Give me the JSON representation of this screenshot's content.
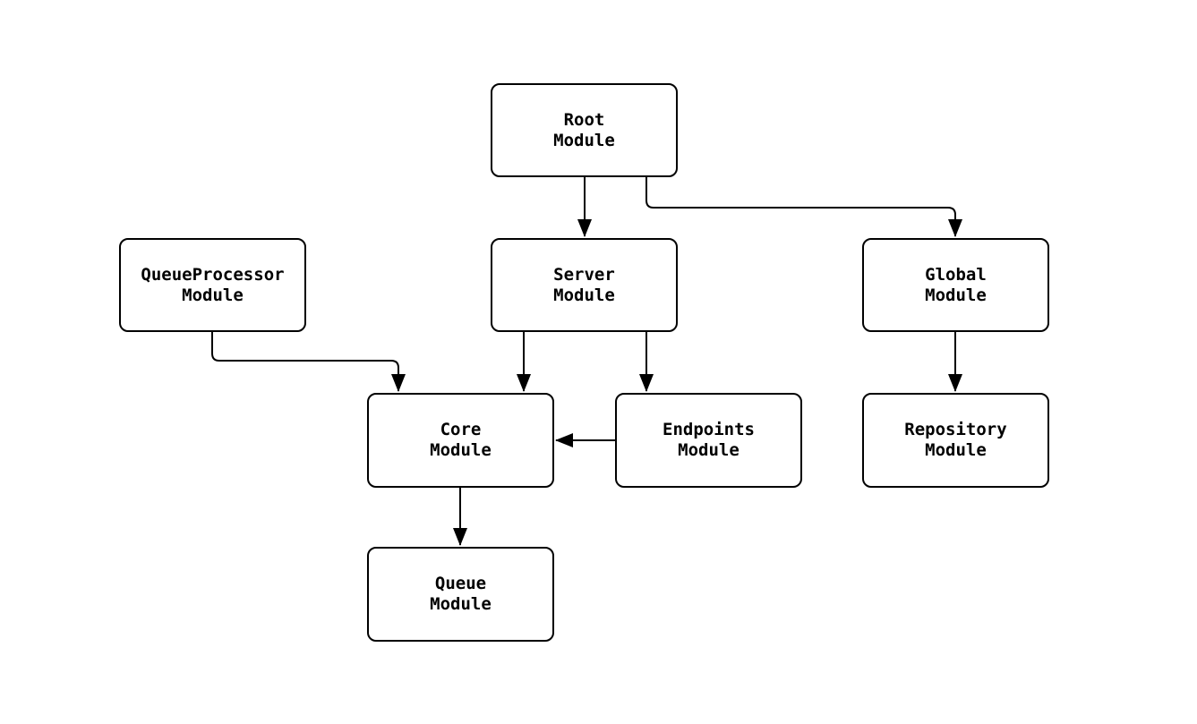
{
  "diagram": {
    "background_color": "#ffffff",
    "stroke_color": "#000000",
    "node_fill_color": "#ffffff",
    "nodes": {
      "root": {
        "label": "Root\nModule"
      },
      "queueprocessor": {
        "label": "QueueProcessor\nModule"
      },
      "server": {
        "label": "Server\nModule"
      },
      "global": {
        "label": "Global\nModule"
      },
      "core": {
        "label": "Core\nModule"
      },
      "endpoints": {
        "label": "Endpoints\nModule"
      },
      "repository": {
        "label": "Repository\nModule"
      },
      "queue": {
        "label": "Queue\nModule"
      }
    },
    "edges": [
      {
        "from": "Root Module",
        "to": "Server Module"
      },
      {
        "from": "Root Module",
        "to": "Global Module"
      },
      {
        "from": "QueueProcessor Module",
        "to": "Core Module"
      },
      {
        "from": "Server Module",
        "to": "Core Module"
      },
      {
        "from": "Server Module",
        "to": "Endpoints Module"
      },
      {
        "from": "Global Module",
        "to": "Repository Module"
      },
      {
        "from": "Endpoints Module",
        "to": "Core Module"
      },
      {
        "from": "Core Module",
        "to": "Queue Module"
      }
    ]
  }
}
